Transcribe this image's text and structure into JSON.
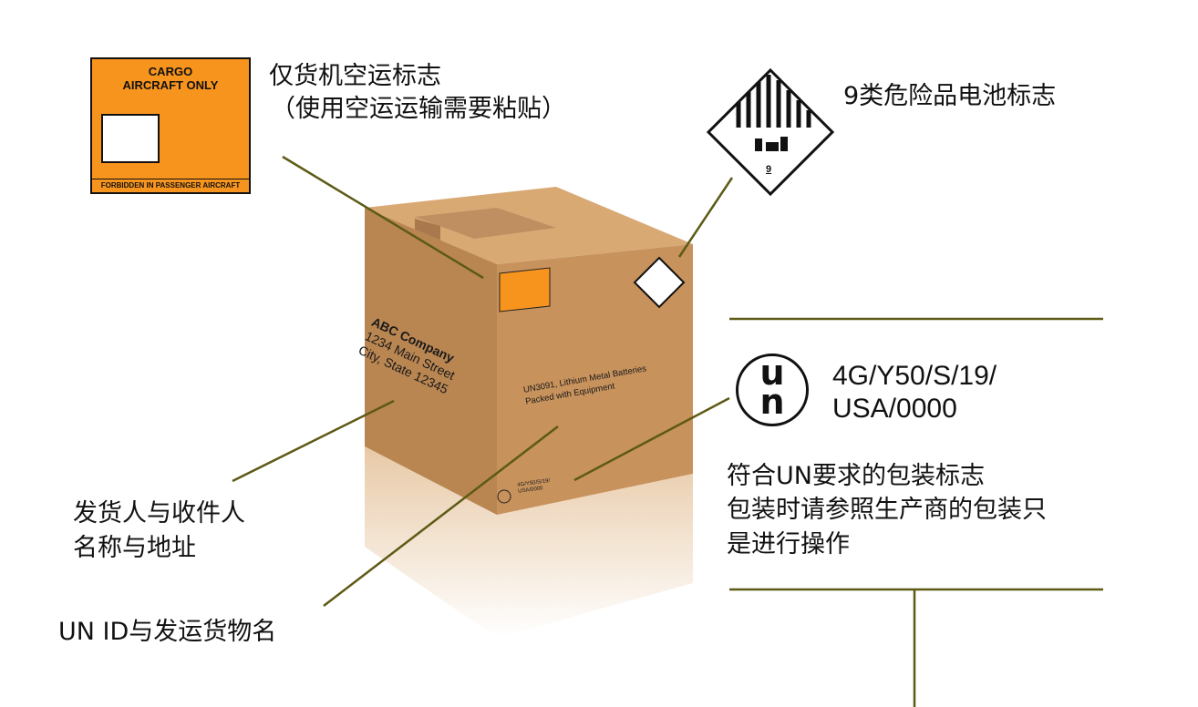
{
  "labels": {
    "cargo_title": "仅货机空运标志",
    "cargo_note": "（使用空运运输需要粘贴）",
    "class9": "9类危险品电池标志",
    "shipper_line1": "发货人与收件人",
    "shipper_line2": "名称与地址",
    "un_id": "UN ID与发运货物名",
    "un_pkg_line1": "符合UN要求的包装标志",
    "un_pkg_line2": "包装时请参照生产商的包装只",
    "un_pkg_line3": "是进行操作"
  },
  "cargo_label": {
    "top": "CARGO AIRCRAFT ONLY",
    "bottom": "FORBIDDEN IN PASSENGER AIRCRAFT",
    "color": "#f7941d"
  },
  "class9_label": {
    "number": "9"
  },
  "un_mark": {
    "symbol_top": "u",
    "symbol_bottom": "n",
    "code_line1": "4G/Y50/S/19/",
    "code_line2": "USA/0000"
  },
  "box": {
    "company": "ABC Company",
    "street": "1234 Main Street",
    "city": "City, State 12345",
    "shipping_line1": "UN3091, Lithium Metal Batteries",
    "shipping_line2": "Packed with Equipment",
    "un_small_line1": "4G/Y50/S/19/",
    "un_small_line2": "USA/0000"
  },
  "colors": {
    "leader": "#5c5a14",
    "cardboard": "#c8925c"
  }
}
